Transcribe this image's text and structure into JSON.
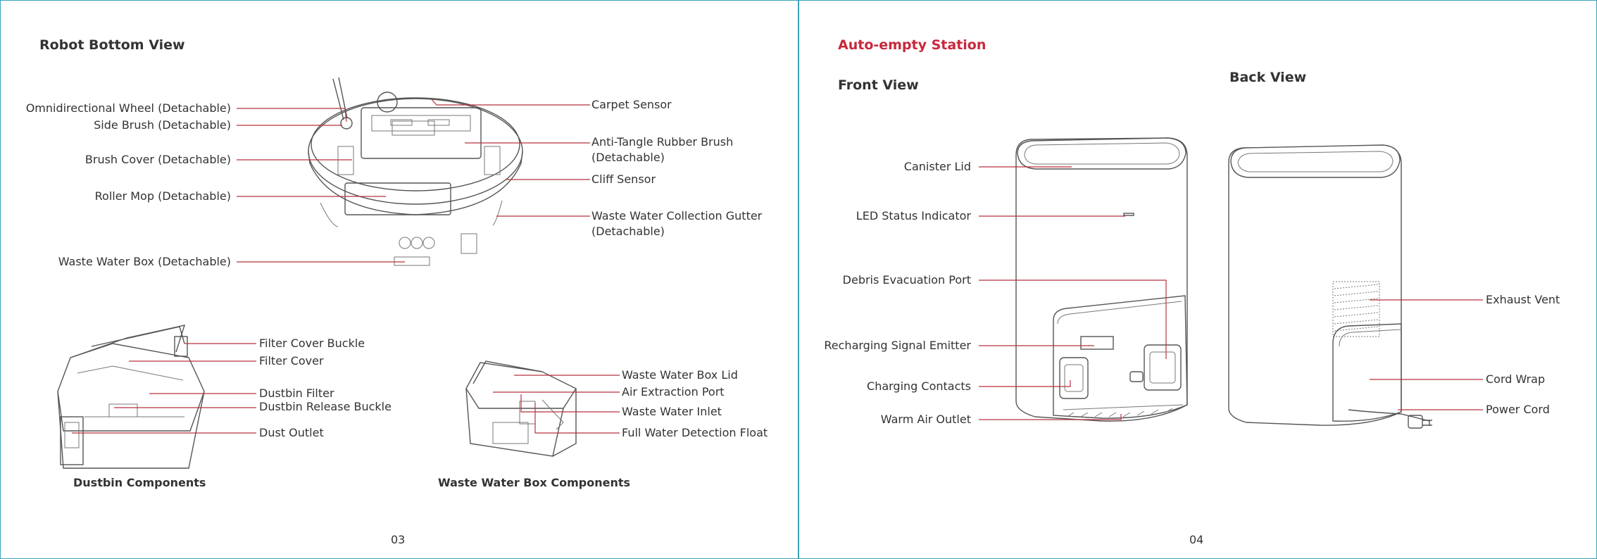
{
  "left_page": {
    "title": "Robot Bottom View",
    "robot_labels": {
      "omni_wheel": "Omnidirectional Wheel (Detachable)",
      "side_brush": "Side Brush (Detachable)",
      "brush_cover": "Brush Cover (Detachable)",
      "roller_mop": "Roller Mop (Detachable)",
      "waste_box": "Waste Water Box (Detachable)",
      "carpet_sensor": "Carpet Sensor",
      "anti_tangle_1": "Anti-Tangle Rubber Brush",
      "anti_tangle_2": "(Detachable)",
      "cliff_sensor": "Cliff Sensor",
      "gutter_1": "Waste Water Collection Gutter",
      "gutter_2": "(Detachable)"
    },
    "dustbin_labels": {
      "filter_cover_buckle": "Filter Cover Buckle",
      "filter_cover": "Filter Cover",
      "dustbin_filter": "Dustbin Filter",
      "release_buckle": "Dustbin Release Buckle",
      "dust_outlet": "Dust Outlet",
      "caption": "Dustbin Components"
    },
    "wastebox_labels": {
      "lid": "Waste Water Box Lid",
      "air_port": "Air Extraction Port",
      "inlet": "Waste Water Inlet",
      "float": "Full Water Detection Float",
      "caption": "Waste Water Box Components"
    },
    "page_number": "03"
  },
  "right_page": {
    "title": "Auto-empty Station",
    "front_view": "Front View",
    "back_view": "Back View",
    "front_labels": {
      "canister_lid": "Canister Lid",
      "led": "LED Status Indicator",
      "debris_port": "Debris Evacuation Port",
      "signal_emitter": "Recharging Signal Emitter",
      "charging_contacts": "Charging Contacts",
      "warm_air": "Warm Air Outlet"
    },
    "back_labels": {
      "exhaust": "Exhaust Vent",
      "cord_wrap": "Cord Wrap",
      "power_cord": "Power Cord"
    },
    "page_number": "04"
  },
  "colors": {
    "border": "#3aa3b8",
    "accent": "#c8283c",
    "leader": "#b8323f"
  }
}
